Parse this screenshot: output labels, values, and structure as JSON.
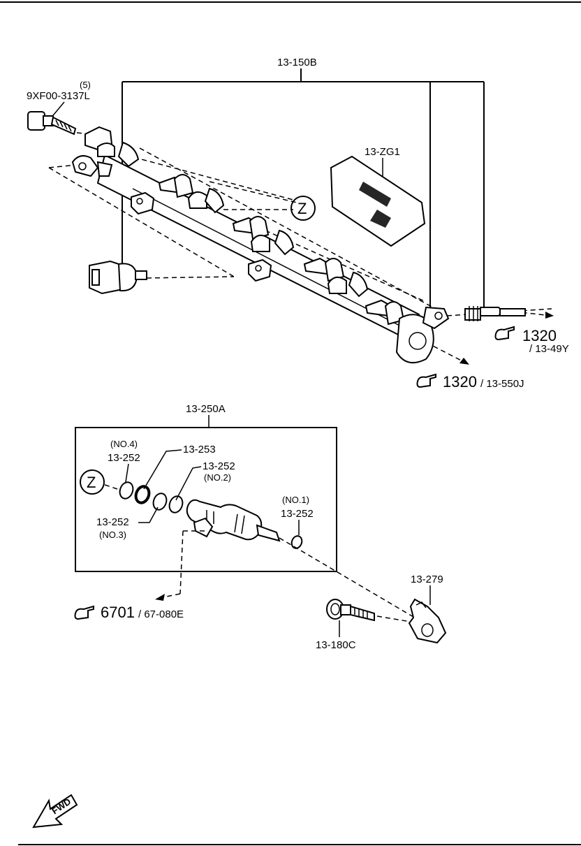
{
  "labels": {
    "fuel_rail_assy": "13-150B",
    "bolt_qty": "(5)",
    "bolt_part": "9XF00-3137L",
    "insulator": "13-ZG1",
    "ref_z": "Z",
    "ref_1320_a": "1320",
    "ref_1349y": "/ 13-49Y",
    "ref_1320_b": "1320",
    "ref_13550j": "/ 13-550J",
    "injector_assy": "13-250A",
    "oring_no4_tag": "(NO.4)",
    "oring_no4": "13-252",
    "oring_253": "13-253",
    "oring_no2": "13-252",
    "oring_no2_tag": "(NO.2)",
    "oring_no3": "13-252",
    "oring_no3_tag": "(NO.3)",
    "oring_no1_tag": "(NO.1)",
    "oring_no1": "13-252",
    "ref_6701": "6701",
    "ref_67080e": "/ 67-080E",
    "bracket": "13-279",
    "bolt_180c": "13-180C",
    "fwd": "FWD"
  },
  "icons": [
    "hand-pointer-icon",
    "fwd-arrow-icon",
    "z-reference-circle"
  ]
}
